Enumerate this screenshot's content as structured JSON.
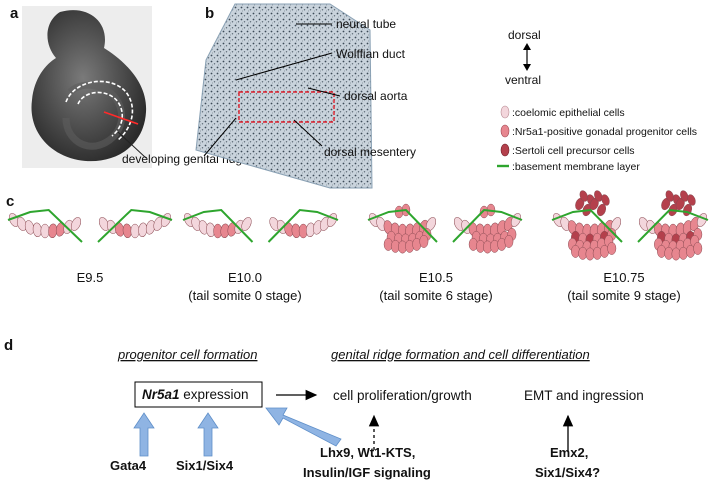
{
  "panels": {
    "a": "a",
    "b": "b",
    "c": "c",
    "d": "d"
  },
  "panel_b_labels": {
    "neural_tube": "neural tube",
    "wolffian_duct": "Wolffian duct",
    "dorsal_aorta": "dorsal aorta",
    "dorsal_mesentery": "dorsal mesentery"
  },
  "panel_a_label": "developing genital ridges",
  "axis": {
    "dorsal": "dorsal",
    "ventral": "ventral"
  },
  "legend": [
    {
      "text": ":coelomic epithelial cells",
      "color": "#f3d6dc"
    },
    {
      "text": ":Nr5a1-positive gonadal progenitor cells",
      "color": "#e7868f"
    },
    {
      "text": ":Sertoli cell precursor cells",
      "color": "#b4404c"
    },
    {
      "text": ":basement membrane layer",
      "color": "#2ea52e"
    }
  ],
  "stages": [
    {
      "name": "E9.5",
      "sub": ""
    },
    {
      "name": "E10.0",
      "sub": "(tail somite 0 stage)"
    },
    {
      "name": "E10.5",
      "sub": "(tail somite 6 stage)"
    },
    {
      "name": "E10.75",
      "sub": "(tail somite 9 stage)"
    }
  ],
  "panel_d": {
    "heading_left": "progenitor cell formation",
    "heading_right": "genital ridge formation and cell differentiation",
    "gene": "Nr5a1",
    "gene_suffix": " expression",
    "proliferation": "cell proliferation/growth",
    "emt": "EMT and ingression",
    "gata4": "Gata4",
    "six1": "Six1/Six4",
    "lhx9_l1": "Lhx9, Wt1-KTS,",
    "lhx9_l2": "Insulin/IGF signaling",
    "emx2_l1": "Emx2,",
    "emx2_l2": "Six1/Six4?"
  }
}
